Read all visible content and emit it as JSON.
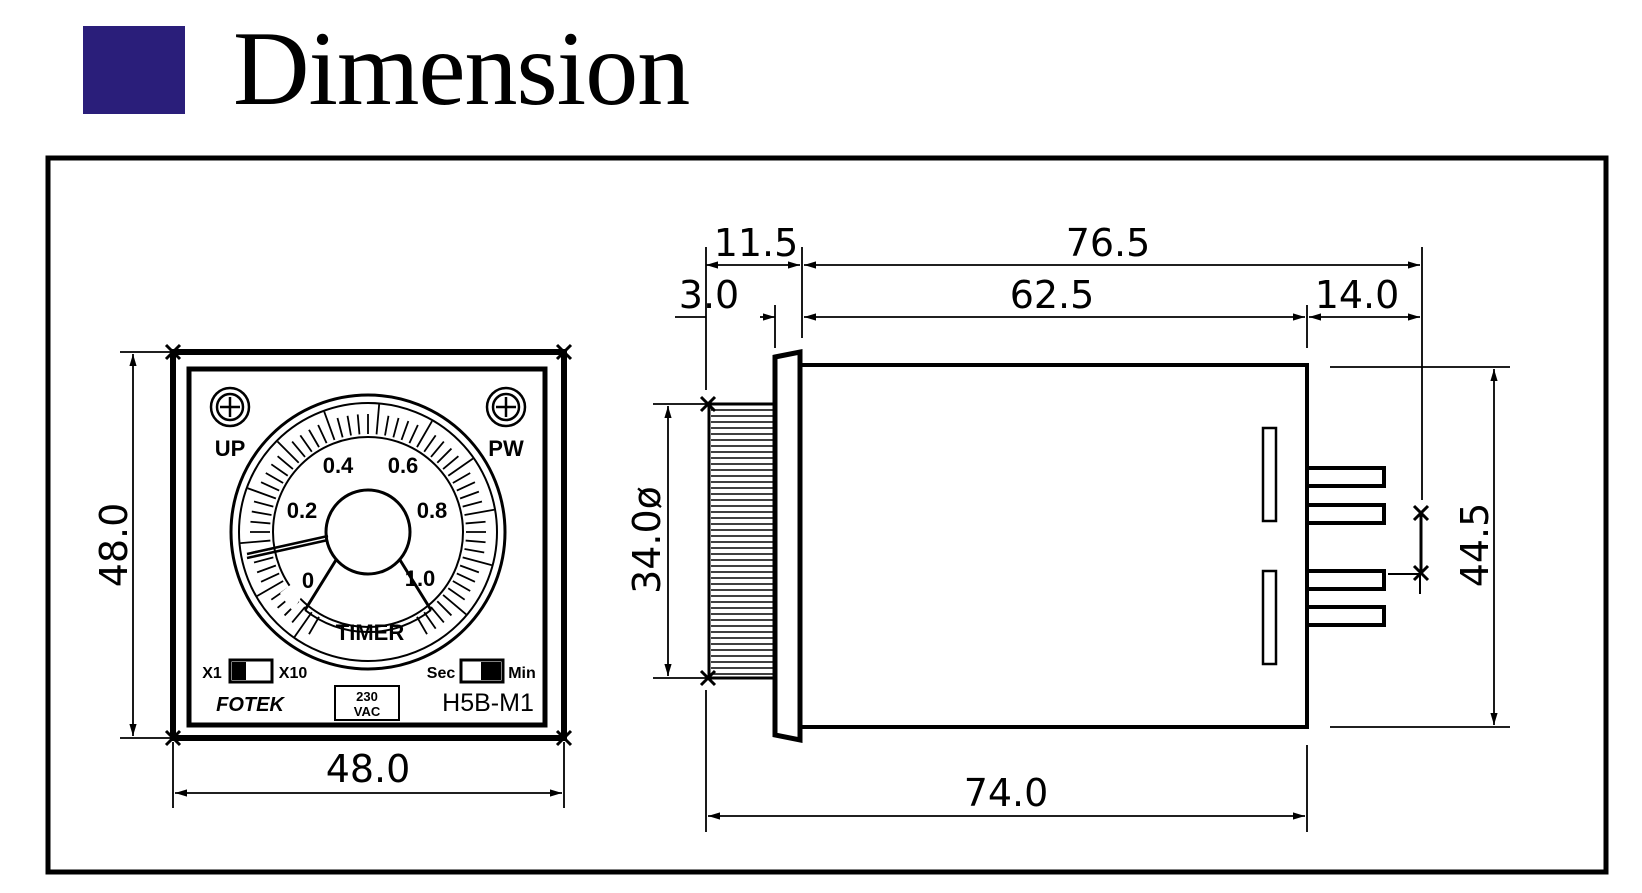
{
  "header": {
    "title": "Dimension",
    "accent_color": "#2a1e7a",
    "accent_icon": "square-block-icon"
  },
  "front_view": {
    "dim_width": "48.0",
    "dim_height": "48.0",
    "knob_labels": {
      "up": "UP",
      "pw": "PW"
    },
    "dial_scale": [
      "0",
      "0.2",
      "0.4",
      "0.6",
      "0.8",
      "1.0"
    ],
    "dial_label": "TIMER",
    "range_switch": {
      "left": "X1",
      "right": "X10"
    },
    "unit_switch": {
      "left": "Sec",
      "right": "Min"
    },
    "brand": "FOTEK",
    "voltage": {
      "line1": "230",
      "line2": "VAC"
    },
    "model": "H5B-M1"
  },
  "side_view": {
    "dim_11_5": "11.5",
    "dim_76_5": "76.5",
    "dim_3_0": "3.0",
    "dim_62_5": "62.5",
    "dim_14_0": "14.0",
    "dim_dia": "34.0ø",
    "dim_44_5": "44.5",
    "dim_74_0": "74.0"
  }
}
